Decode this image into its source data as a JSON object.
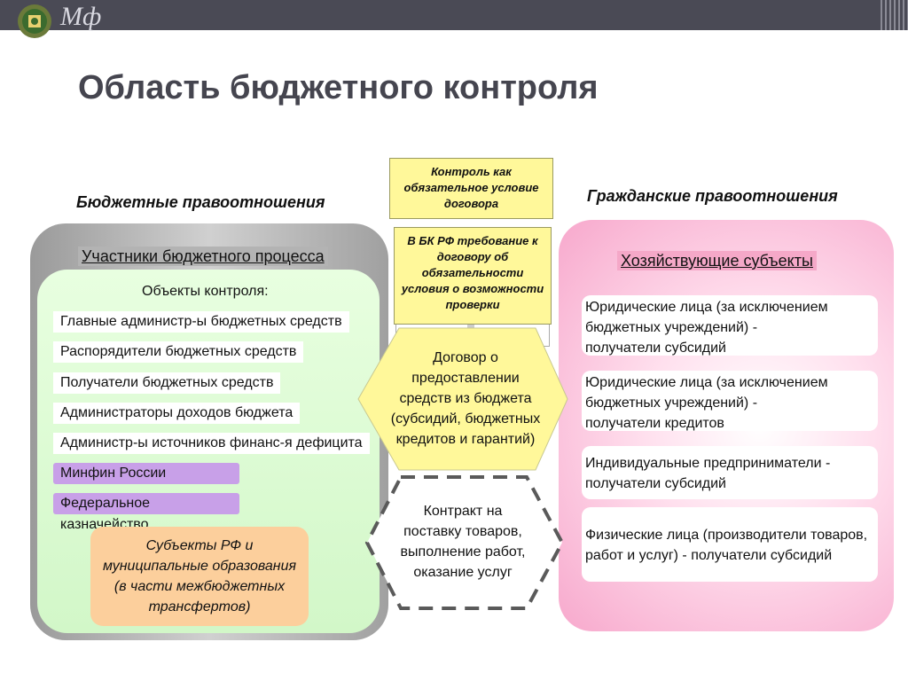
{
  "header": {
    "brand": "Мф"
  },
  "title": "Область бюджетного контроля",
  "left": {
    "section_title": "Бюджетные правоотношения",
    "participants_title": "Участники бюджетного процесса",
    "objects_title": "Объекты контроля:",
    "items": [
      "Главные администр-ы бюджетных средств",
      "Распорядители бюджетных средств",
      "Получатели бюджетных средств",
      "Администраторы доходов бюджета",
      "Администр-ы источников финанс-я дефицита"
    ],
    "purple_items": [
      "Минфин России",
      "Федеральное казначейство"
    ],
    "orange_lines": [
      "Субъекты РФ и",
      "муниципальные образования",
      "(в части межбюджетных",
      "трансфертов)"
    ]
  },
  "center": {
    "box1_lines": [
      "Контроль как",
      "обязательное условие",
      "договора"
    ],
    "box2_lines": [
      "В БК РФ требование к",
      "договору об",
      "обязательности",
      "условия о возможности",
      "проверки"
    ],
    "hex_lines": [
      "Договор о",
      "предоставлении",
      "средств из бюджета",
      "(субсидий, бюджетных",
      "кредитов и гарантий)"
    ],
    "contract_lines": [
      "Контракт на",
      "поставку товаров,",
      "выполнение работ,",
      "оказание услуг"
    ]
  },
  "right": {
    "section_title": "Гражданские правоотношения",
    "subjects_title": "Хозяйствующие субъекты",
    "items": [
      {
        "line1": "Юридические лица (за исключением",
        "line2": "бюджетных учреждений) -",
        "line3": "получатели субсидий"
      },
      {
        "line1": "Юридические лица (за исключением",
        "line2": "бюджетных учреждений) -",
        "line3": "получатели кредитов"
      },
      {
        "line1": "Индивидуальные предприниматели -",
        "line2": "получатели субсидий",
        "line3": ""
      },
      {
        "line1": "Физические лица (производители товаров,",
        "line2": "работ и услуг) - получатели субсидий",
        "line3": ""
      }
    ]
  },
  "colors": {
    "topbar": "#4a4a55",
    "green": "#d2f7c8",
    "pink": "#f7a8cc",
    "yellow": "#fff89a",
    "purple": "#c8a0e8",
    "orange": "#fccf9c"
  }
}
